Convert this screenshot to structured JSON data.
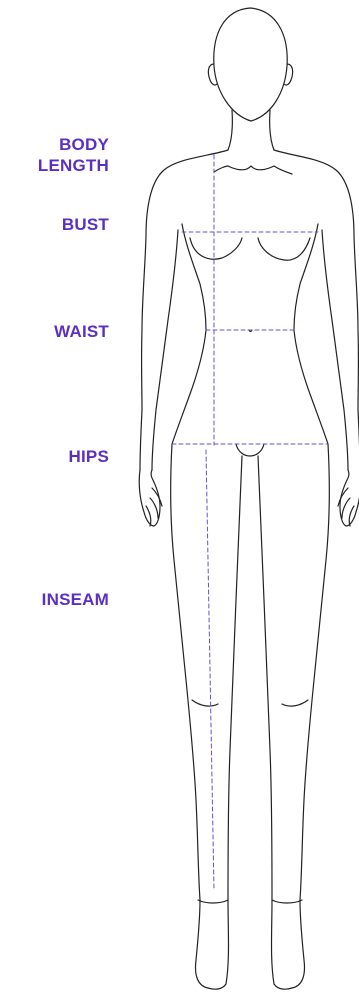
{
  "labels": {
    "body_length": "BODY\nLENGTH",
    "bust": "BUST",
    "waist": "WAIST",
    "hips": "HIPS",
    "inseam": "INSEAM"
  },
  "colors": {
    "label": "#5b2fc4",
    "measure_line": "#6a4fd0",
    "outline": "#222222"
  }
}
